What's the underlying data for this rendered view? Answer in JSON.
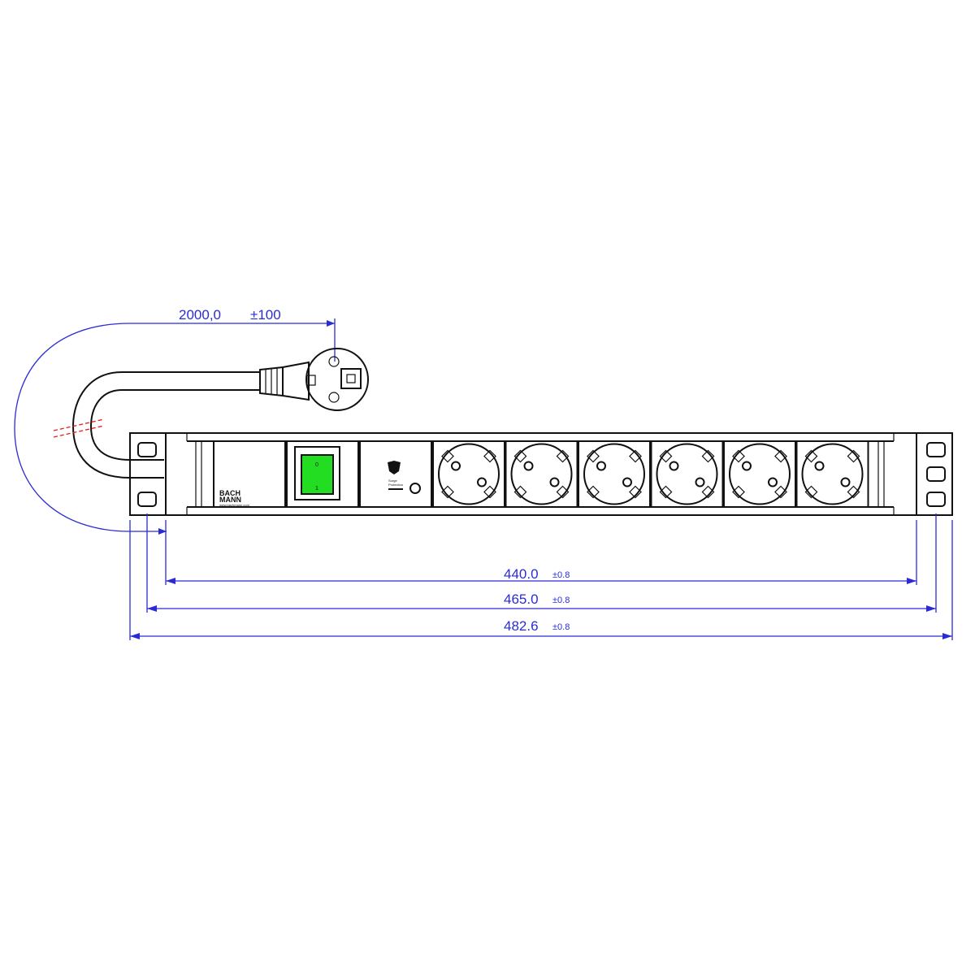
{
  "cable_dimension": {
    "value": "2000,0",
    "tolerance": "±100"
  },
  "dimensions": [
    {
      "id": "inner_width",
      "value": "440.0",
      "tolerance": "±0.8"
    },
    {
      "id": "mounting_width",
      "value": "465.0",
      "tolerance": "±0.8"
    },
    {
      "id": "overall_width",
      "value": "482.6",
      "tolerance": "±0.8"
    }
  ],
  "switch": {
    "off_label": "0",
    "on_label": "1",
    "color": "#22dd22"
  },
  "brand": {
    "name_line1": "BACH",
    "name_line2": "MANN",
    "url": "www.bachmann.com"
  },
  "surge_module": {
    "label_line1": "Surge",
    "label_line2": "Protection"
  },
  "sockets": {
    "count": 6,
    "type": "Schuko"
  },
  "colors": {
    "dimension": "#2b2bd6",
    "cable_break": "#e02020",
    "outline": "#111111"
  }
}
